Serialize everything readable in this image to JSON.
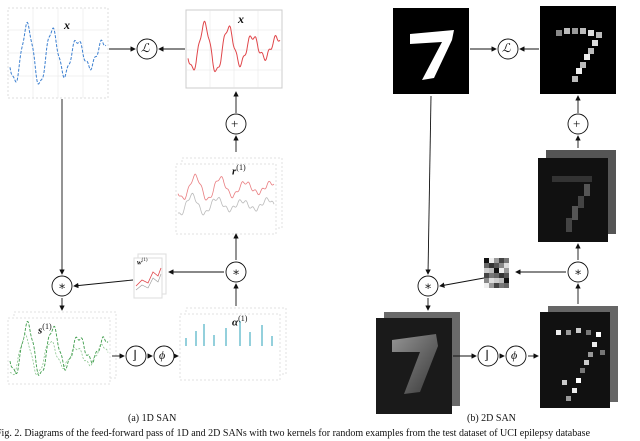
{
  "panels": {
    "left": {
      "caption": "(a) 1D SAN",
      "labels": {
        "x_in": "x",
        "x_out": "x",
        "r": "r",
        "r_sup": "(1)",
        "s": "s",
        "s_sup": "(1)",
        "alpha": "α",
        "alpha_sup": "(1)",
        "w": "w",
        "w_sup": "(1)"
      }
    },
    "right": {
      "caption": "(b) 2D SAN"
    }
  },
  "operators": {
    "loss": "ℒ",
    "plus": "+",
    "conv": "∗",
    "extrema": "⌋",
    "phi": "ϕ"
  },
  "figure_caption": "Fig. 2.  Diagrams of the feed-forward pass of 1D and 2D SANs with two kernels for random examples from the test dataset of UCI epilepsy database",
  "colors": {
    "blue": "#3b7fd0",
    "red": "#e0464a",
    "green": "#3d9c4a",
    "cyan": "#2aa0b8"
  }
}
